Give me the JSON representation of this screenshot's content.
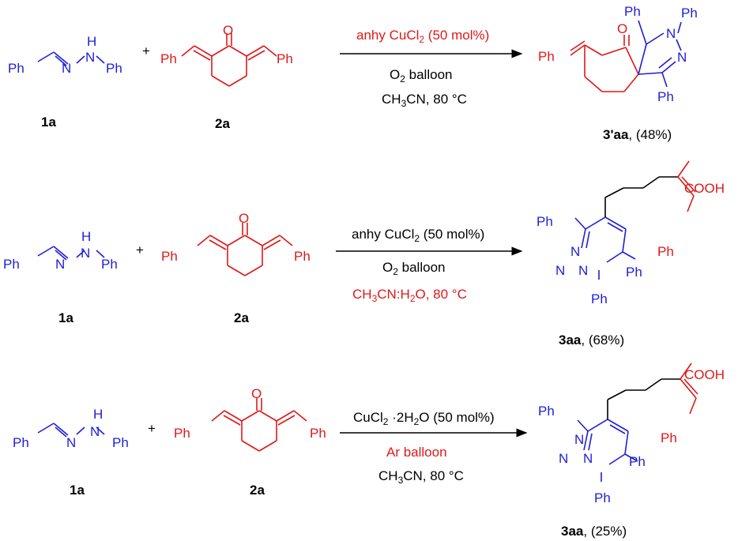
{
  "colors": {
    "hydrazone": "#1f1fd6",
    "ketone": "#e01818",
    "bond": "#000000",
    "highlight": "#e01818"
  },
  "labels": {
    "ph": "Ph",
    "n": "N",
    "h": "H",
    "o": "O",
    "oh": "OH",
    "plus": "+"
  },
  "reactions": [
    {
      "compound1_label": "1a",
      "compound2_label": "2a",
      "conditions": [
        {
          "text": "anhy CuCl",
          "sub": "2",
          "after": " (50 mol%)"
        },
        {
          "text": "O",
          "sub": "2",
          "after": " balloon"
        },
        {
          "text": "CH",
          "sub": "3",
          "after": "CN, 80 °C"
        }
      ],
      "product_code": "3'aa",
      "product_yield": ", (48%)"
    },
    {
      "compound1_label": "1a",
      "compound2_label": "2a",
      "conditions": [
        {
          "text": "anhy CuCl",
          "sub": "2",
          "after": " (50 mol%)"
        },
        {
          "text": "O",
          "sub": "2",
          "after": " balloon"
        },
        {
          "text": "CH",
          "sub": "3",
          "after": "CN:H",
          "sub2": "2",
          "after2": "O, 80 °C"
        }
      ],
      "product_code": "3aa",
      "product_yield": ", (68%)"
    },
    {
      "compound1_label": "1a",
      "compound2_label": "2a",
      "conditions": [
        {
          "text": "CuCl",
          "sub": "2",
          "after": " ·2H",
          "sub2": "2",
          "after2": "O (50 mol%)"
        },
        {
          "text": "Ar balloon"
        },
        {
          "text": "CH",
          "sub": "3",
          "after": "CN, 80 °C"
        }
      ],
      "product_code": "3aa",
      "product_yield": ", (25%)"
    }
  ]
}
